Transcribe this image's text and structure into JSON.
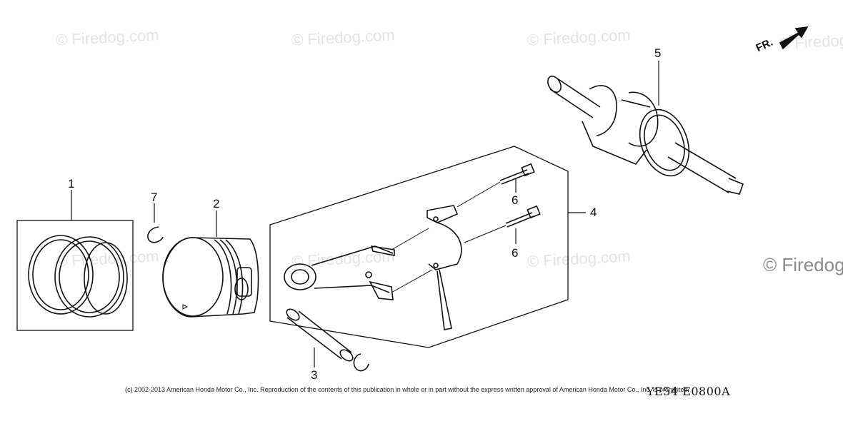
{
  "watermarks": [
    "© Firedog.com",
    "© Firedog.com",
    "© Firedog.com",
    "© Firedog.com",
    "© Firedog.com",
    "© Firedog.com",
    "© Firedog.com"
  ],
  "watermark_corner": "© Firedog",
  "direction_label": "FR.",
  "callouts": [
    "1",
    "2",
    "3",
    "4",
    "5",
    "6",
    "6",
    "7"
  ],
  "copyright": "(c) 2002-2013 American Honda Motor Co., Inc. Reproduction of the contents of this publication in whole or in part without the express written approval of American Honda Motor Co., Inc. is prohibited.",
  "diagram_code": "YE54  E0800A",
  "colors": {
    "line": "#111111",
    "watermark": "#e3e3e3"
  }
}
